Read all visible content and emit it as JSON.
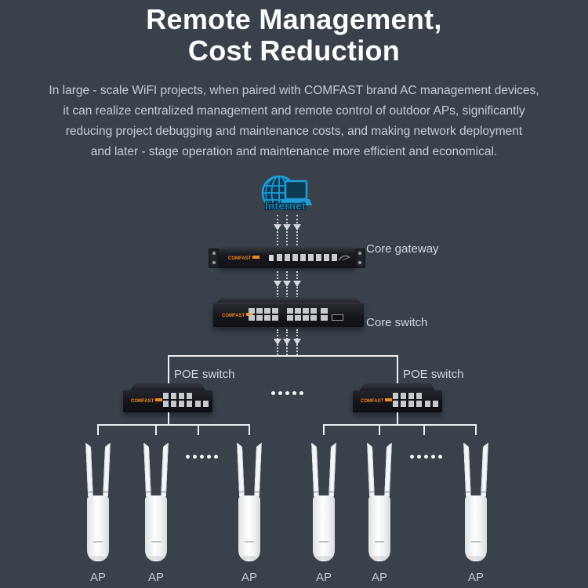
{
  "page": {
    "background": "#39414a"
  },
  "header": {
    "title_line1": "Remote Management,",
    "title_line2": "Cost Reduction",
    "description_lines": [
      "In large - scale WiFI projects, when paired with COMFAST brand AC management devices,",
      "it can realize centralized management and remote control of outdoor APs, significantly",
      "reducing project debugging and maintenance costs, and making network deployment",
      "and later - stage operation and maintenance more efficient and economical."
    ]
  },
  "diagram": {
    "internet_label": "Internet",
    "brand": "COMFAST",
    "core_gateway_label": "Core gateway",
    "core_switch_label": "Core switch",
    "poe_switch_left_label": "POE switch",
    "poe_switch_right_label": "POE switch",
    "ap_labels": [
      "AP",
      "AP",
      "AP",
      "AP",
      "AP",
      "AP"
    ],
    "colors": {
      "accent_blue": "#1e9cd7",
      "brand_orange": "#f08a1f",
      "line_white": "#edf0f2",
      "text_muted": "#c7cdd3",
      "background": "#39414a"
    }
  }
}
